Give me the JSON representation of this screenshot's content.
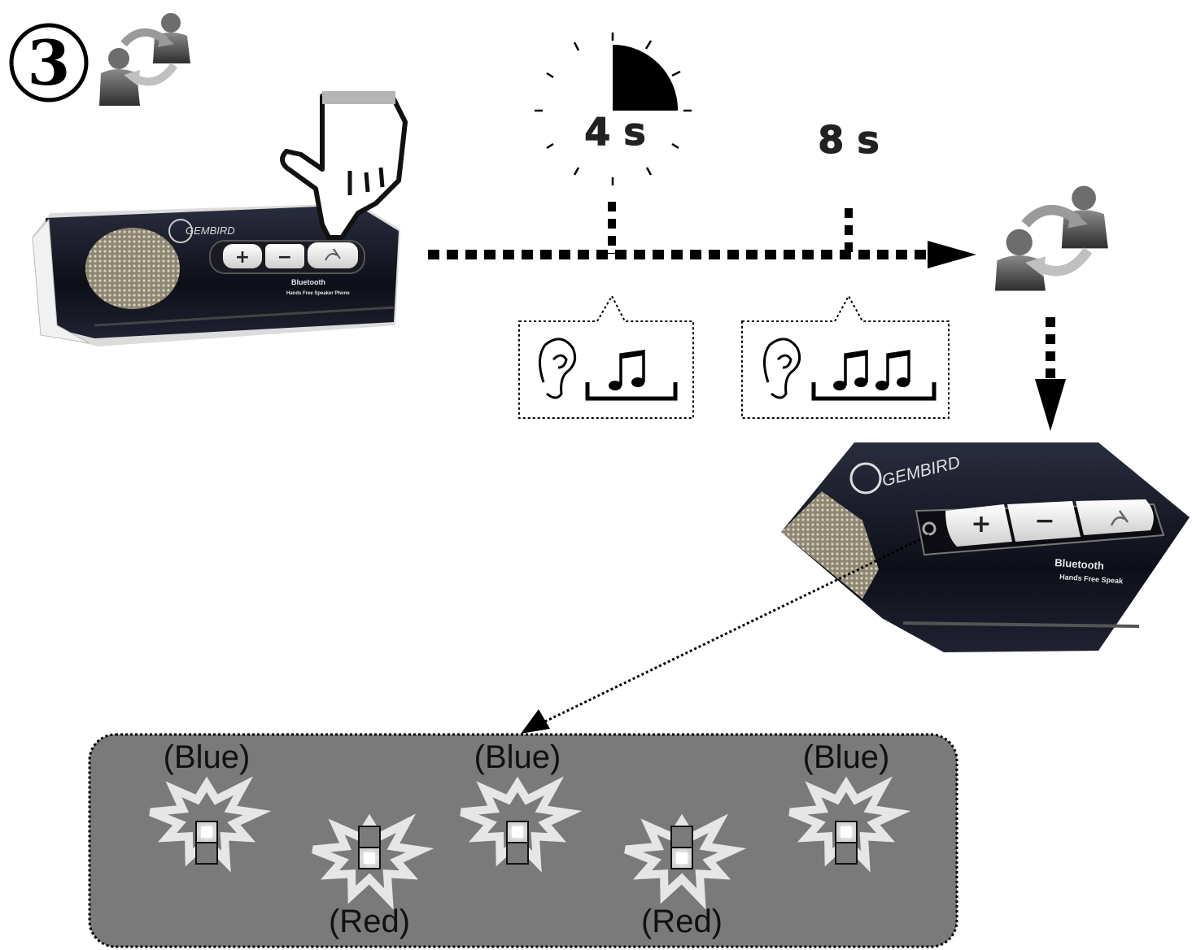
{
  "step": {
    "number": "3",
    "icon": "connect-people-icon"
  },
  "timeline": {
    "mark1": {
      "time": "4 s",
      "tones": 1
    },
    "mark2": {
      "time": "8 s",
      "tones": 2
    },
    "end_icon": "connect-people-icon"
  },
  "device_top": {
    "brand": "GEMBIRD",
    "label": "Bluetooth",
    "sublabel": "Hands Free Speaker Phone",
    "buttons": [
      "+",
      "−"
    ],
    "action_icon": "phone-hook-icon"
  },
  "device_zoom": {
    "brand": "GEMBIRD",
    "label": "Bluetooth",
    "sublabel": "Hands Free Speak",
    "buttons": [
      "+",
      "−"
    ],
    "action_icon": "phone-hook-icon"
  },
  "led_panel": {
    "background": "#7a7a7a",
    "blinks": [
      {
        "label": "(Blue)",
        "lit": "top"
      },
      {
        "label": "(Red)",
        "lit": "bottom"
      },
      {
        "label": "(Blue)",
        "lit": "top"
      },
      {
        "label": "(Red)",
        "lit": "bottom"
      },
      {
        "label": "(Blue)",
        "lit": "top"
      }
    ]
  }
}
